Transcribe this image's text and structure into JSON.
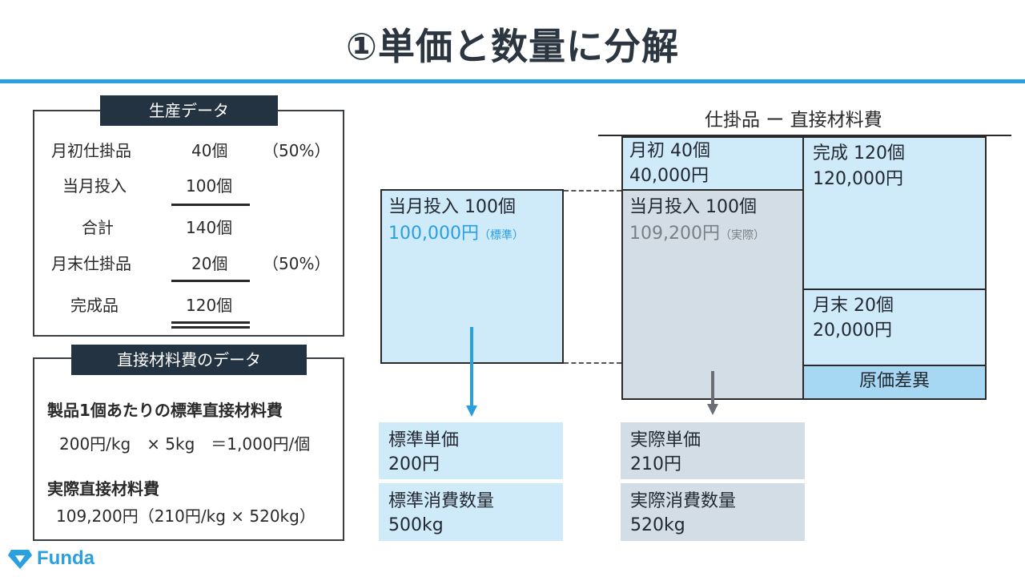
{
  "title": "①単価と数量に分解",
  "production": {
    "label": "生産データ",
    "rows": [
      {
        "name": "月初仕掛品",
        "qty": "40個",
        "pct": "（50%）"
      },
      {
        "name": "当月投入",
        "qty": "100個",
        "pct": ""
      },
      {
        "name": "合計",
        "qty": "140個",
        "pct": ""
      },
      {
        "name": "月末仕掛品",
        "qty": "20個",
        "pct": "（50%）"
      },
      {
        "name": "完成品",
        "qty": "120個",
        "pct": ""
      }
    ]
  },
  "material": {
    "label": "直接材料費のデータ",
    "heading1": "製品1個あたりの標準直接材料費",
    "line1": "200円/kg　× 5kg　＝1,000円/個",
    "heading2": "実際直接材料費",
    "line2": "109,200円（210円/kg × 520kg）"
  },
  "diagram": {
    "header": "仕掛品 ー 直接材料費",
    "standard": {
      "title": "当月投入 100個",
      "amount": "100,000円",
      "note": "（標準）"
    },
    "begin": {
      "title": "月初 40個",
      "amount": "40,000円"
    },
    "actual": {
      "title": "当月投入 100個",
      "amount": "109,200円",
      "note": "（実際）"
    },
    "complete": {
      "title": "完成 120個",
      "amount": "120,000円"
    },
    "end": {
      "title": "月末 20個",
      "amount": "20,000円"
    },
    "variance": "原価差異"
  },
  "cards": {
    "std_price_label": "標準単価",
    "std_price": "200円",
    "std_qty_label": "標準消費数量",
    "std_qty": "500kg",
    "act_price_label": "実際単価",
    "act_price": "210円",
    "act_qty_label": "実際消費数量",
    "act_qty": "520kg"
  },
  "colors": {
    "accent": "#2a9fe0",
    "light_blue": "#cfeaf9",
    "grey_block": "#d3dde6",
    "variance": "#a6d8f3"
  },
  "logo": {
    "text": "Funda",
    "icon": "diamond-logo-icon"
  }
}
